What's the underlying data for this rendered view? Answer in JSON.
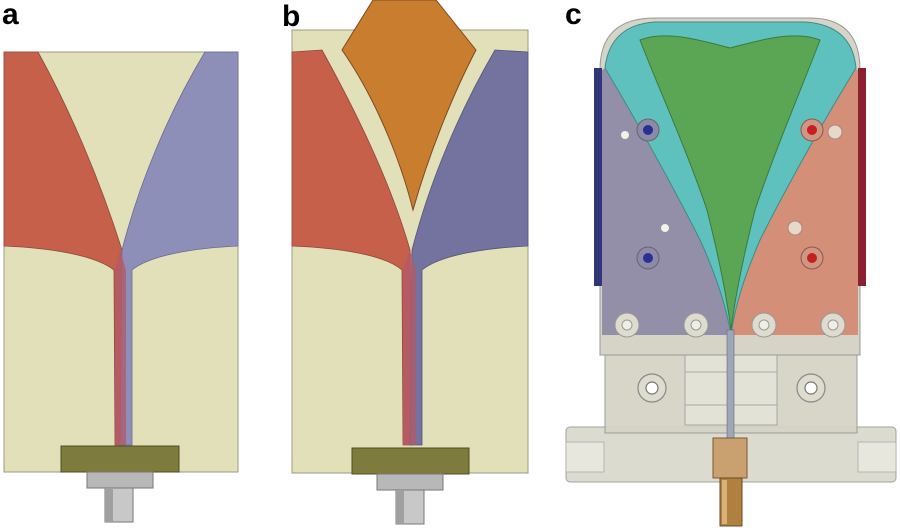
{
  "panels": [
    {
      "label": "a"
    },
    {
      "label": "b"
    },
    {
      "label": "c"
    }
  ],
  "colors": {
    "substrate": "#e2e0b8",
    "left_flare": "#c7604a",
    "right_flare": "#8e8fb8",
    "right_flare_dark": "#74739f",
    "director": "#c97d2e",
    "connector_plate": "#7e7c3c",
    "connector_body": "#b8b8b8",
    "connector_pin": "#c8c8c8",
    "holder_grey": "#cfcfc4",
    "holder_cyan": "#5fc1bd",
    "holder_green": "#5aa655",
    "holder_left": "#8f8ba6",
    "holder_right": "#d38b74",
    "holder_edge_blue": "#303678",
    "holder_edge_red": "#8c2030",
    "brass": "#b08040"
  }
}
